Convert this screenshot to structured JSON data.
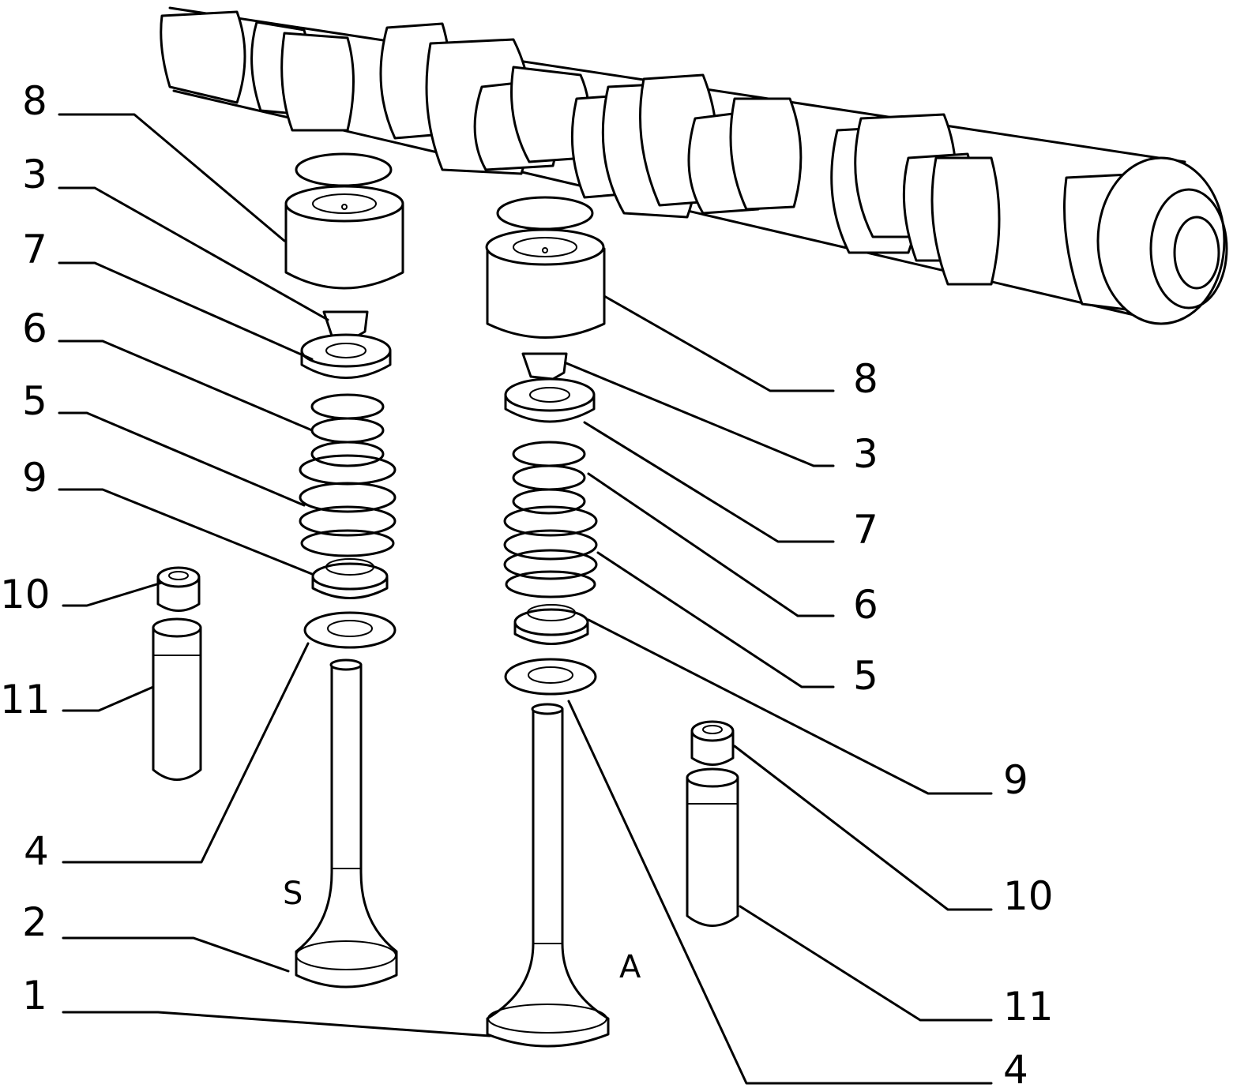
{
  "side_labels": {
    "left": "S",
    "right": "A"
  },
  "callouts_left": [
    "8",
    "3",
    "7",
    "6",
    "5",
    "9",
    "10",
    "11",
    "4",
    "2",
    "1"
  ],
  "callouts_right": [
    "8",
    "3",
    "7",
    "6",
    "5",
    "9",
    "10",
    "11",
    "4"
  ]
}
